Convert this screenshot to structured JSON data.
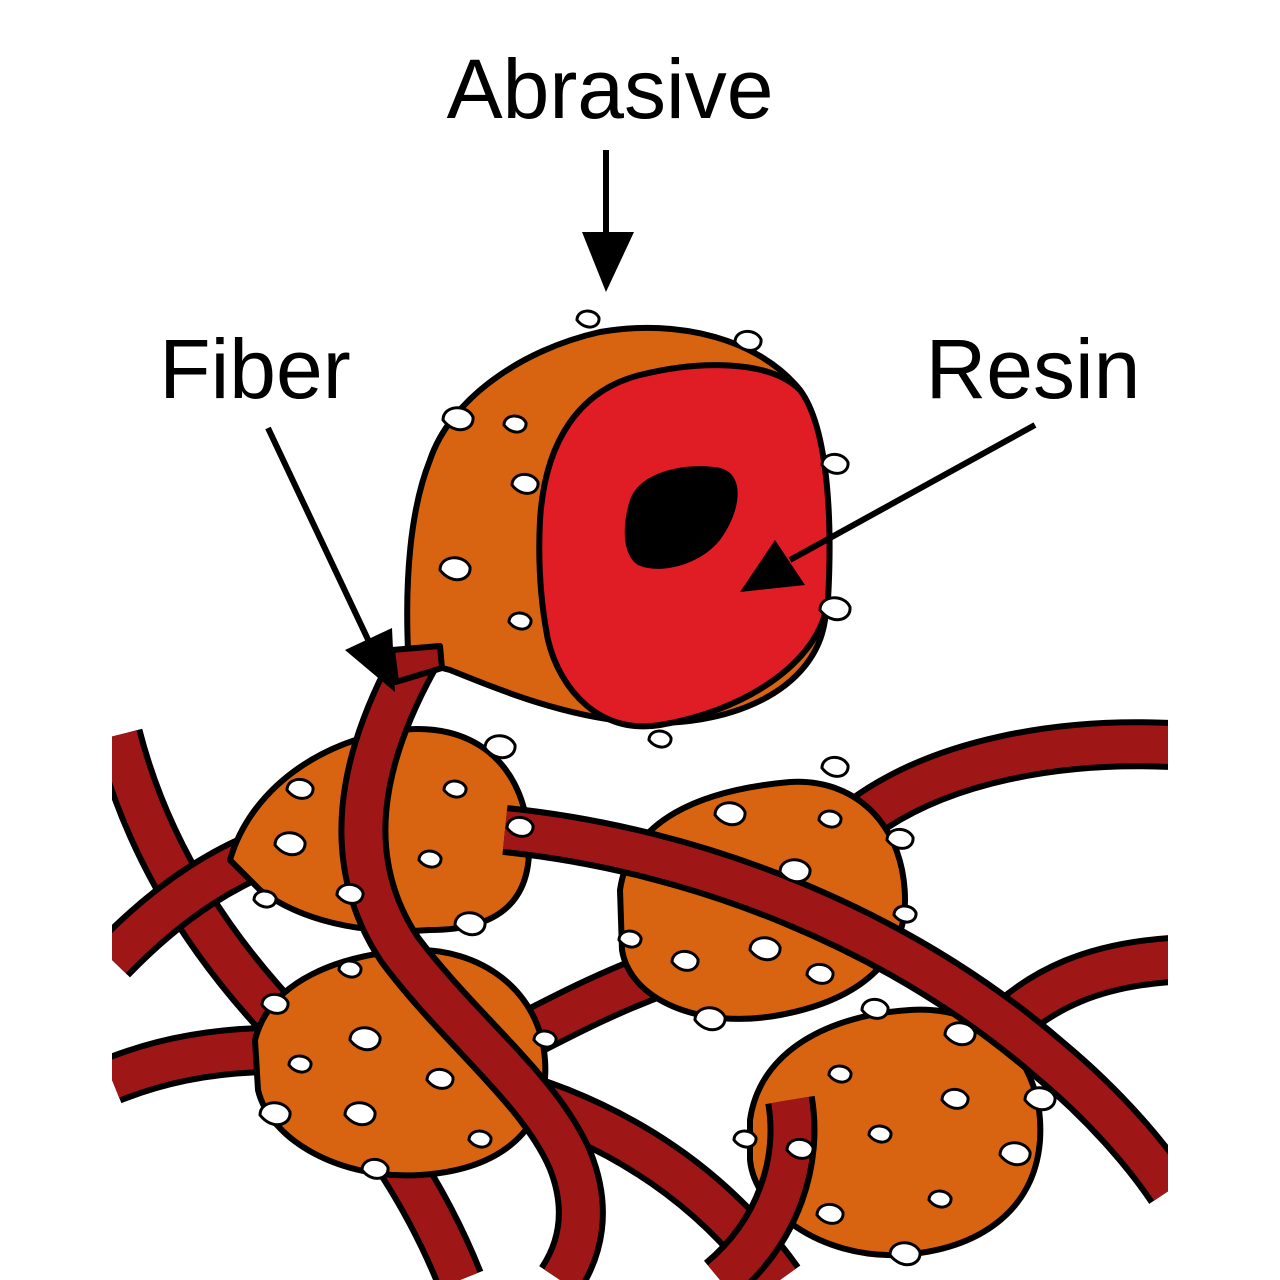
{
  "labels": {
    "abrasive": "Abrasive",
    "fiber": "Fiber",
    "resin": "Resin"
  },
  "colors": {
    "fiber": "#9e1616",
    "resin_coating": "#d86412",
    "cut_face": "#e01c24",
    "core": "#000000",
    "abrasive_grain": "#ffffff",
    "outline": "#000000"
  }
}
